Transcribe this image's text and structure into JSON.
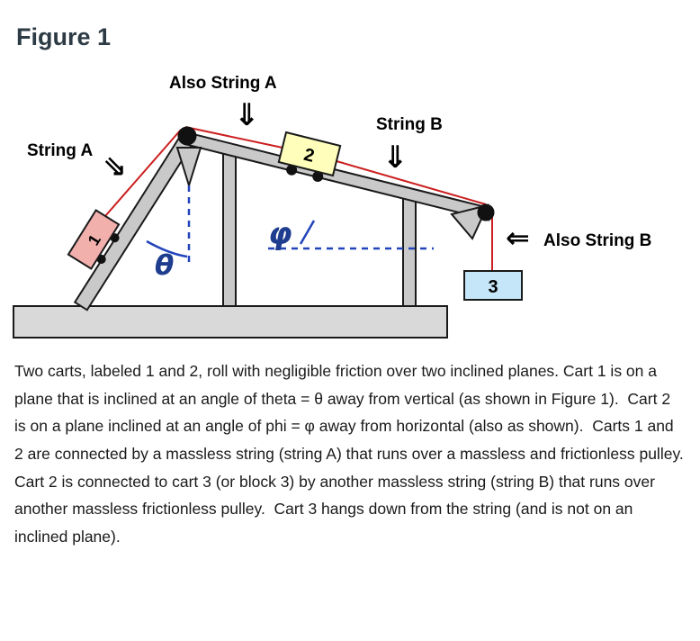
{
  "page": {
    "title": "Figure 1"
  },
  "figure": {
    "labels": {
      "string_a": "String A",
      "also_string_a": "Also String A",
      "string_b": "String B",
      "also_string_b": "Also String B",
      "cart1": "1",
      "cart2": "2",
      "block3": "3",
      "theta": "θ",
      "phi": "φ"
    },
    "arrows": {
      "down_right": "⇘",
      "down_a": "⇓",
      "down_b": "⇓",
      "left": "⇐"
    },
    "colors": {
      "cart1_fill": "#f2b0ad",
      "cart2_fill": "#ffffbb",
      "block3_fill": "#c5e6f8",
      "string_red": "#cc2020",
      "structure_gray": "#c9c9c9",
      "ground_gray": "#d9d9d9",
      "angle_blue": "#1e3d8f",
      "heading_color": "#2d3b45"
    }
  },
  "description": {
    "paragraph": "Two carts, labeled 1 and 2, roll with negligible friction over two inclined planes. Cart 1 is on a plane that is inclined at an angle of theta = θ away from vertical (as shown in Figure 1).  Cart 2 is on a plane inclined at an angle of phi = φ away from horizontal (also as shown).  Carts 1 and 2 are connected by a massless string (string A) that runs over a massless and frictionless pulley.  Cart 2 is connected to cart 3 (or block 3) by another massless string (string B) that runs over another massless frictionless pulley.  Cart 3 hangs down from the string (and is not on an inclined plane)."
  }
}
